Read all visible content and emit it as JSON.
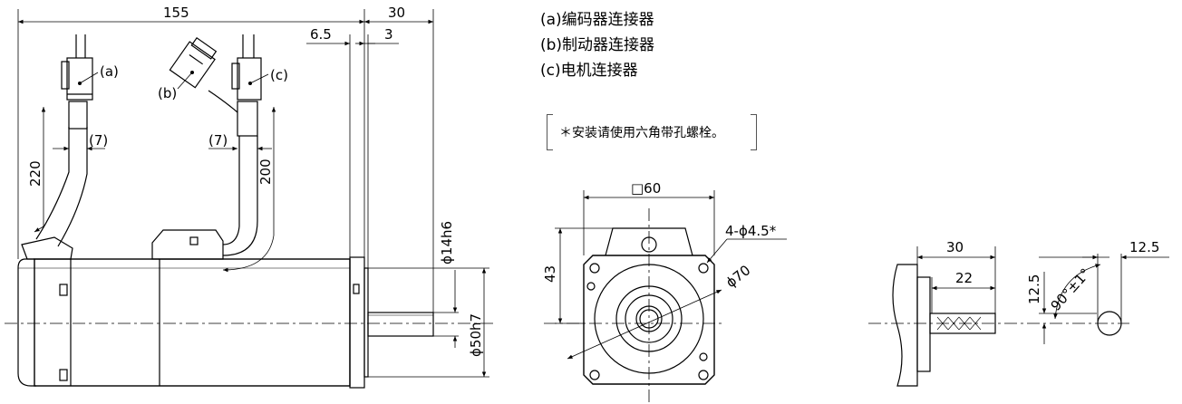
{
  "legend": {
    "a": "(a)编码器连接器",
    "b": "(b)制动器连接器",
    "c": "(c)电机连接器"
  },
  "note": "＊安装请使用六角带孔螺栓。",
  "side_view": {
    "dim_total_length": "155",
    "dim_shaft_length": "30",
    "dim_flange_thickness": "6.5",
    "dim_shaft_step": "3",
    "dim_encoder_cable": "220",
    "dim_power_cable": "200",
    "dim_cable_diameter_a": "(7)",
    "dim_cable_diameter_c": "(7)",
    "dim_shaft_diameter": "ϕ14h6",
    "dim_pilot_diameter": "ϕ50h7",
    "label_a": "(a)",
    "label_b": "(b)",
    "label_c": "(c)"
  },
  "front_view": {
    "dim_flange_square": "□60",
    "dim_mounting_holes": "4-ϕ4.5*",
    "dim_bolt_circle": "ϕ70",
    "dim_height": "43"
  },
  "shaft_detail": {
    "dim_30": "30",
    "dim_22": "22",
    "dim_12_5_top": "12.5",
    "dim_12_5_side": "12.5",
    "dim_angle": "90°±1°"
  }
}
